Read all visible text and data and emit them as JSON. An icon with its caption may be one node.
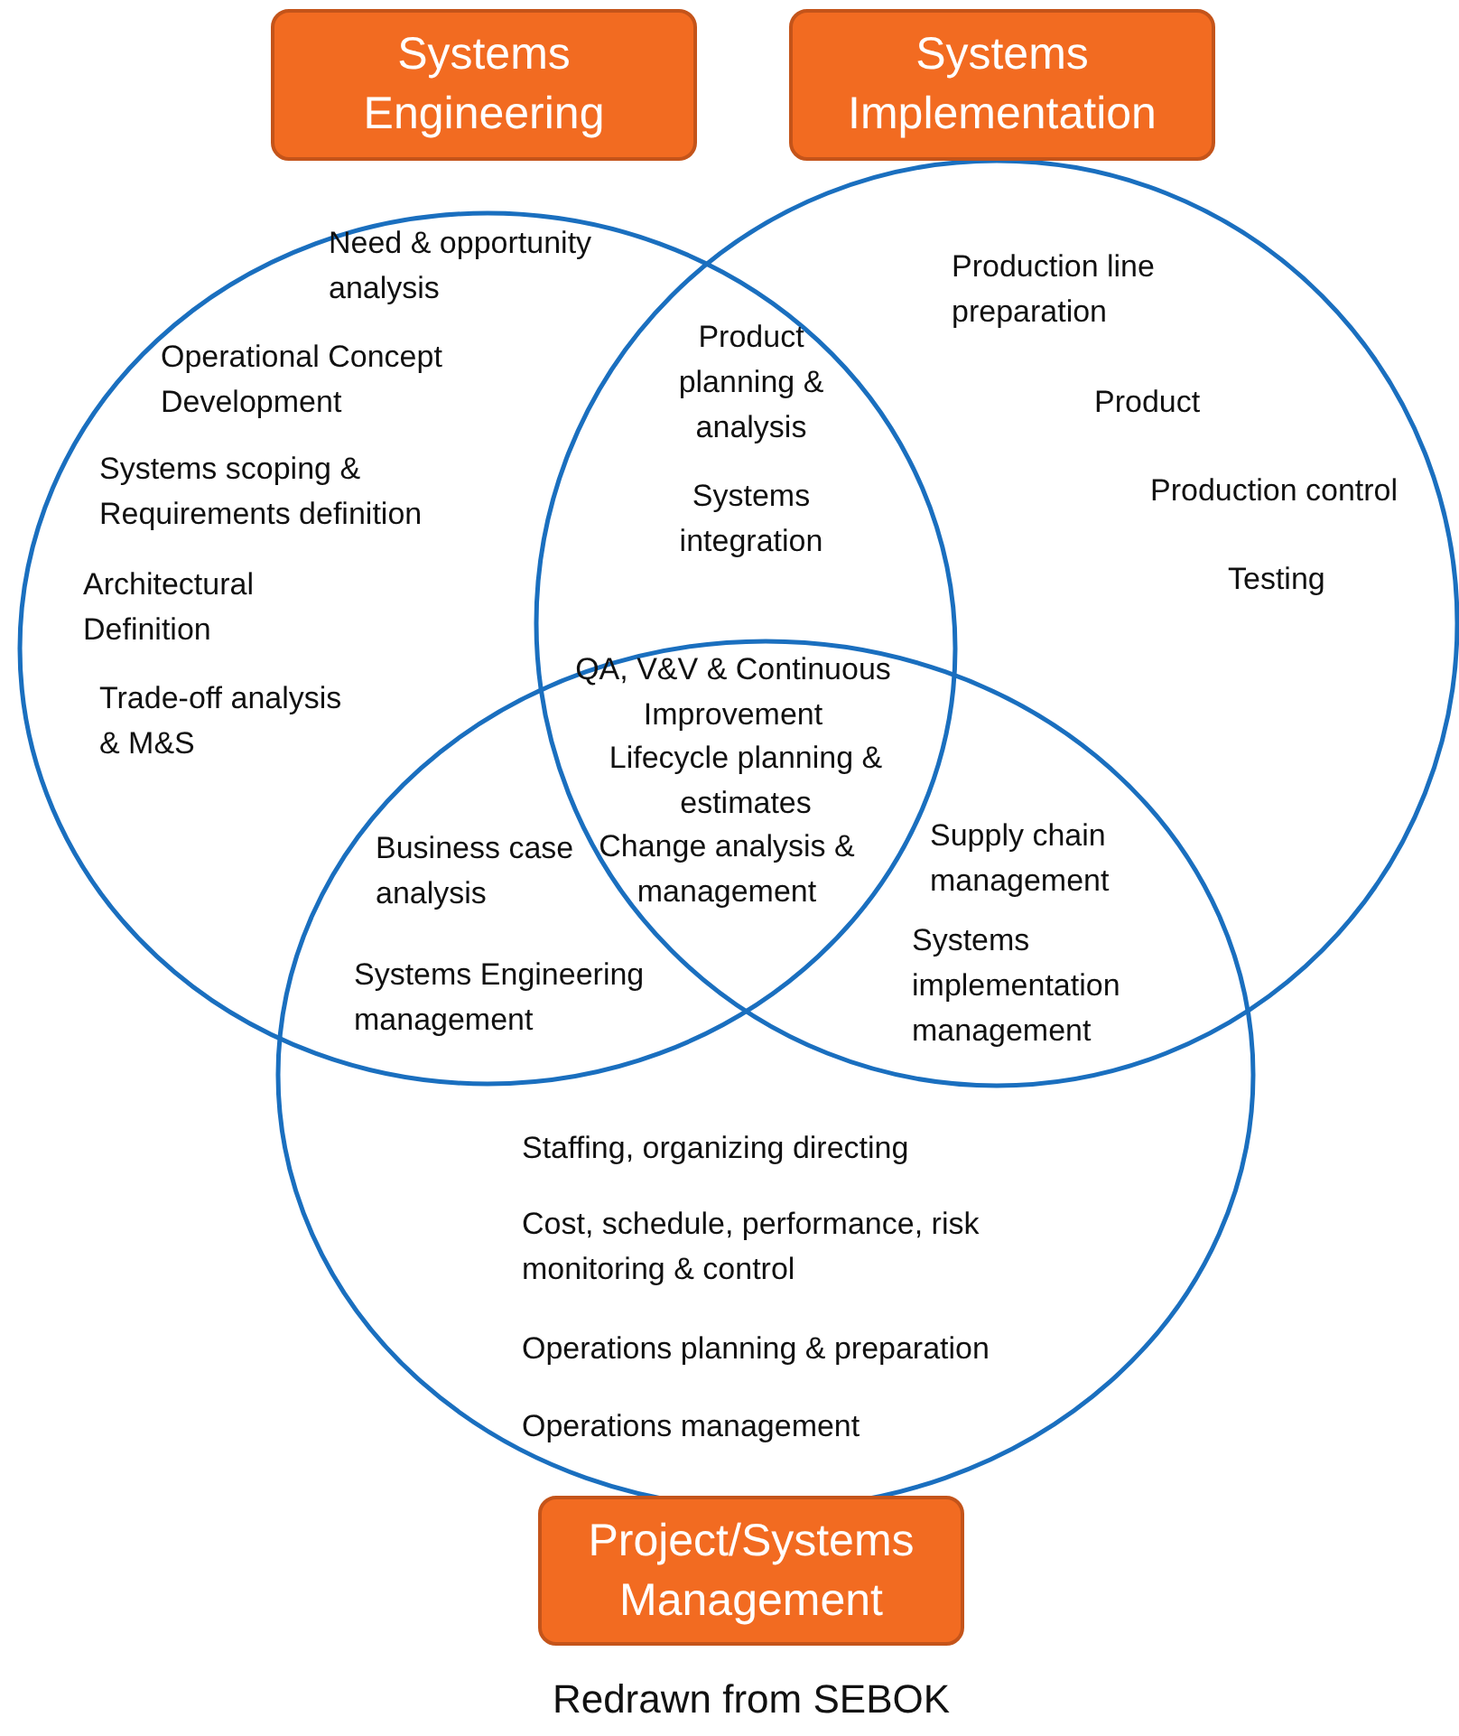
{
  "diagram": {
    "caption": "Redrawn from SEBOK",
    "nodes": [
      {
        "text": [
          "Systems Engineering"
        ]
      },
      {
        "text": [
          "Systems Implementation"
        ]
      },
      {
        "text": [
          "Project/Systems Management"
        ]
      }
    ],
    "labels": [
      "Need & opportunity analysis",
      "Operational Concept Development",
      "Systems scoping & Requirements definition",
      "Architectural Definition",
      "Trade-off analysis & M&S",
      "Product planning & analysis",
      "Systems integration",
      "Production line preparation",
      "Product",
      "Production control",
      "Testing",
      "QA, V&V & Continuous Improvement",
      "Lifecycle planning & estimates",
      "Business case analysis",
      "Change analysis & management",
      "Supply chain management",
      "Systems implementation management",
      "Systems Engineering management",
      "Staffing, organizing directing",
      "Cost, schedule, performance, risk monitoring & control",
      "Operations planning & preparation",
      "Operations management"
    ]
  }
}
